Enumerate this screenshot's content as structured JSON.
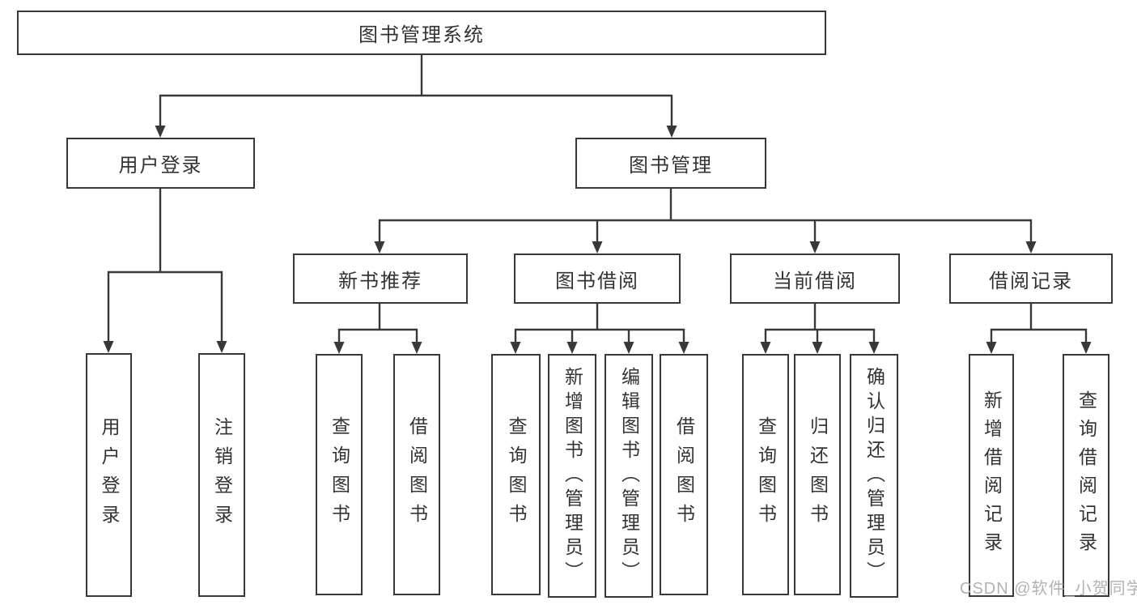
{
  "tree": {
    "label": "图书管理系统",
    "children": [
      {
        "label": "用户登录",
        "children": [
          {
            "label": "用户登录"
          },
          {
            "label": "注销登录"
          }
        ]
      },
      {
        "label": "图书管理",
        "children": [
          {
            "label": "新书推荐",
            "children": [
              {
                "label": "查询图书"
              },
              {
                "label": "借阅图书"
              }
            ]
          },
          {
            "label": "图书借阅",
            "children": [
              {
                "label": "查询图书"
              },
              {
                "label": "新增图书（管理员）"
              },
              {
                "label": "编辑图书（管理员）"
              },
              {
                "label": "借阅图书"
              }
            ]
          },
          {
            "label": "当前借阅",
            "children": [
              {
                "label": "查询图书"
              },
              {
                "label": "归还图书"
              },
              {
                "label": "确认归还（管理员）"
              }
            ]
          },
          {
            "label": "借阅记录",
            "children": [
              {
                "label": "新增借阅记录"
              },
              {
                "label": "查询借阅记录"
              }
            ]
          }
        ]
      }
    ]
  },
  "watermark": {
    "text": "CSDN @软件_小贺同学"
  },
  "colors": {
    "line": "#383838",
    "text": "#333333",
    "box_fill": "#ffffff",
    "background": "#ffffff",
    "watermark": "#b2b2b2"
  }
}
